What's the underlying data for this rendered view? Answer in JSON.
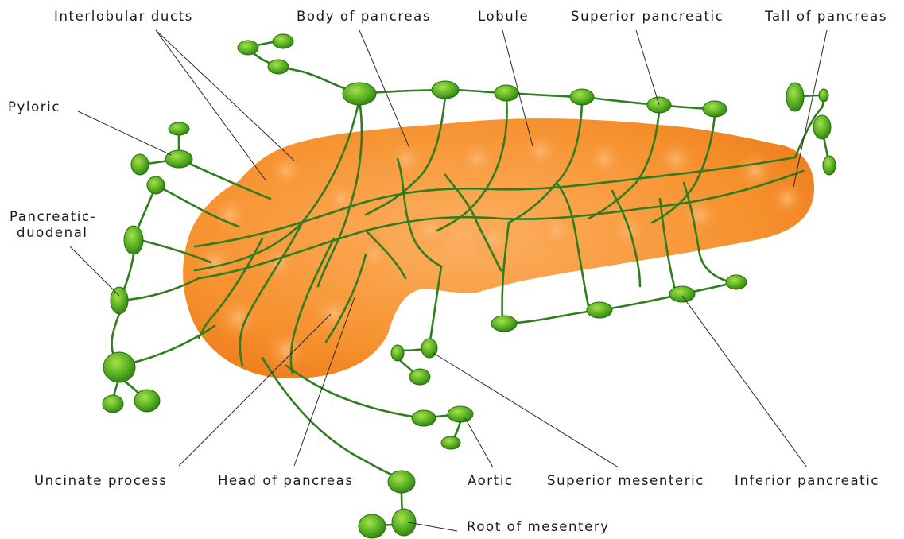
{
  "labels": {
    "interlobular_ducts": "Interlobular ducts",
    "body_of_pancreas": "Body of pancreas",
    "lobule": "Lobule",
    "superior_pancreatic": "Superior pancreatic",
    "tail_of_pancreas": "Tall of pancreas",
    "pyloric": "Pyloric",
    "pancreatic_duodenal_line1": "Pancreatic-",
    "pancreatic_duodenal_line2": "duodenal",
    "uncinate_process": "Uncinate process",
    "head_of_pancreas": "Head of pancreas",
    "aortic": "Aortic",
    "superior_mesenteric": "Superior mesenteric",
    "inferior_pancreatic": "Inferior pancreatic",
    "root_of_mesentery": "Root of mesentery"
  },
  "colors": {
    "pancreas_fill": "#f7912f",
    "pancreas_light": "#fbb266",
    "vessel": "#2f7d1f",
    "node_light": "#8cd43a",
    "node_dark": "#2f8a14",
    "text": "#1a1a1a"
  }
}
